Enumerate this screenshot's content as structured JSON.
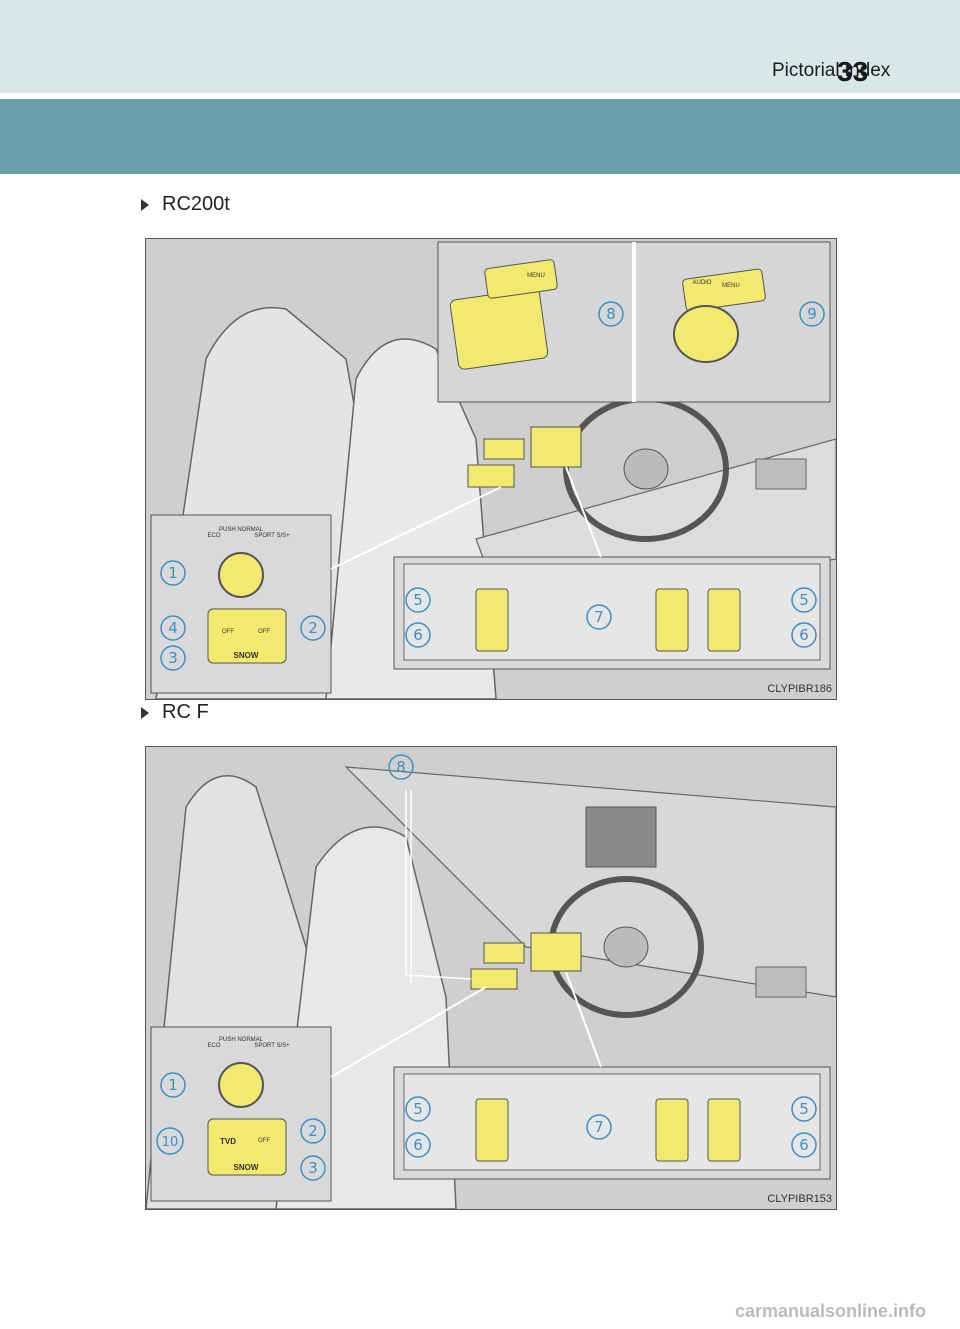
{
  "header": {
    "section_title": "Pictorial index",
    "page_number": "33"
  },
  "figures": [
    {
      "model": "RC200t",
      "code": "CLYPIBR186",
      "callouts": [
        "1",
        "2",
        "3",
        "4",
        "5",
        "5",
        "6",
        "6",
        "7",
        "8",
        "9"
      ],
      "drive_knob": [
        "ECO",
        "PUSH NORMAL",
        "SPORT S/S+"
      ],
      "knob_buttons": [
        "OFF",
        "OFF",
        "SNOW"
      ],
      "remote_touch": [
        "MENU",
        "AUDIO",
        "MENU"
      ]
    },
    {
      "model": "RC F",
      "code": "CLYPIBR153",
      "callouts": [
        "1",
        "2",
        "3",
        "5",
        "5",
        "6",
        "6",
        "7",
        "8",
        "10"
      ],
      "drive_knob": [
        "ECO",
        "PUSH NORMAL",
        "SPORT S/S+"
      ],
      "knob_buttons": [
        "TVD",
        "OFF",
        "SNOW"
      ]
    }
  ],
  "colors": {
    "header_light": "#d8e8e8",
    "header_band": "#6a9fa9",
    "highlight": "#f2ea6e",
    "callout_blue": "#3d8fc6"
  },
  "watermark": "carmanualsonline.info"
}
